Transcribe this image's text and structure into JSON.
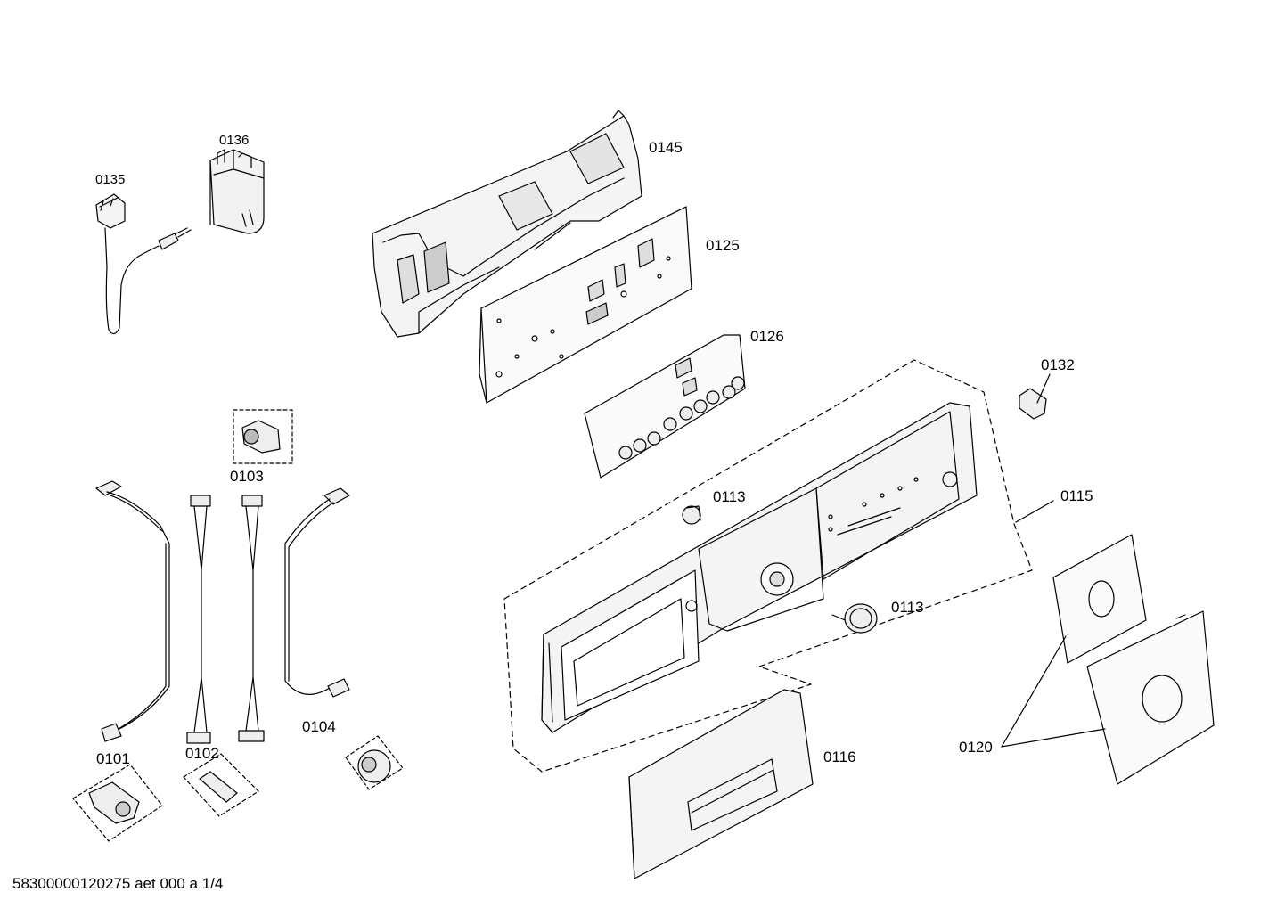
{
  "labels": {
    "p0135": "0135",
    "p0136": "0136",
    "p0145": "0145",
    "p0125": "0125",
    "p0126": "0126",
    "p0132": "0132",
    "p0103": "0103",
    "p0113a": "0113",
    "p0115": "0115",
    "p0113b": "0113",
    "p0104": "0104",
    "p0101": "0101",
    "p0102": "0102",
    "p0116": "0116",
    "p0120": "0120"
  },
  "footer": "58300000120275 aet 000 a 1/4"
}
